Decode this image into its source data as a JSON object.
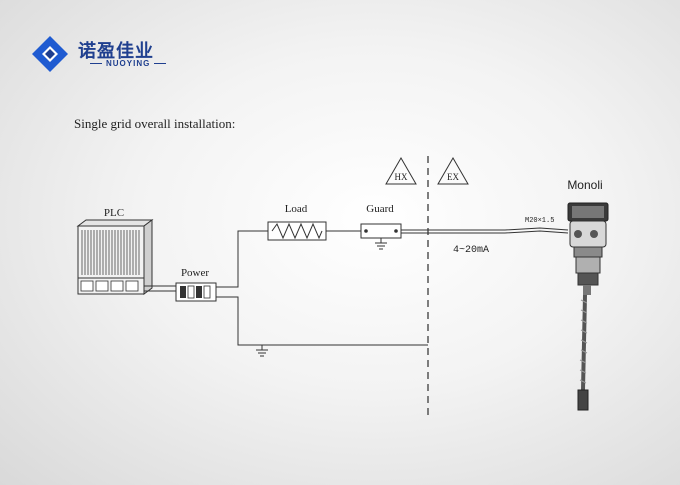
{
  "brand": {
    "name_cn": "诺盈佳业",
    "name_en": "NUOYING",
    "accent": "#1f5bd1"
  },
  "heading": "Single grid overall installation:",
  "diagram": {
    "plc_label": "PLC",
    "power_label": "Power",
    "load_label": "Load",
    "guard_label": "Guard",
    "hazard_left": "HX",
    "hazard_right": "EX",
    "signal_label": "4~20mA",
    "thread_label": "M20×1.5",
    "device_label": "Monoli"
  }
}
